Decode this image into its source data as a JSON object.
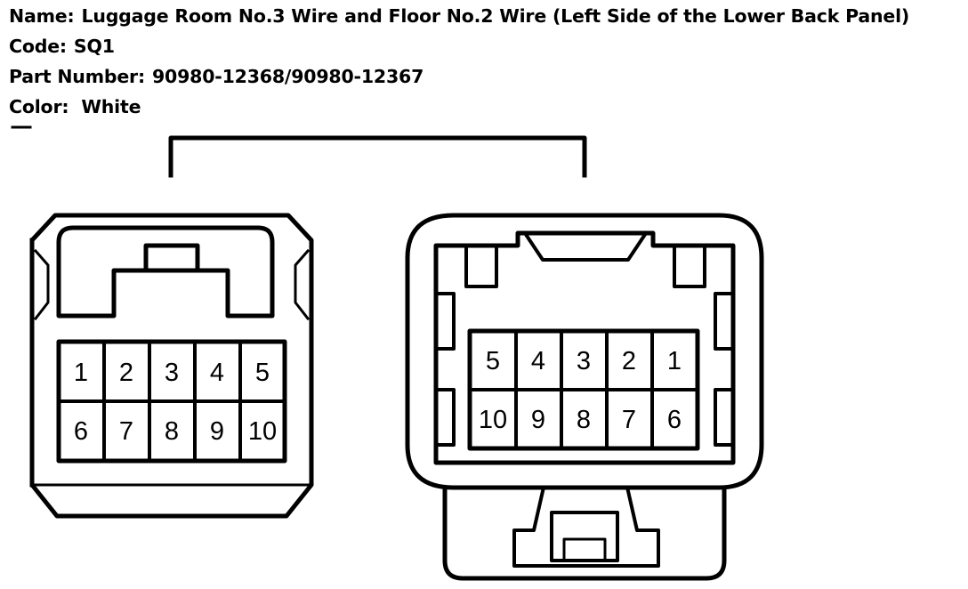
{
  "header": {
    "name_label": "Name:",
    "name_value": "Luggage Room No.3 Wire and Floor No.2 Wire (Left Side of the Lower Back Panel)",
    "code_label": "Code:",
    "code_value": "SQ1",
    "part_label": "Part Number:",
    "part_value": "90980-12368/90980-12367",
    "color_label": "Color:",
    "color_value": "White"
  },
  "connectors": {
    "left": {
      "row1": [
        "1",
        "2",
        "3",
        "4",
        "5"
      ],
      "row2": [
        "6",
        "7",
        "8",
        "9",
        "10"
      ]
    },
    "right": {
      "row1": [
        "5",
        "4",
        "3",
        "2",
        "1"
      ],
      "row2": [
        "10",
        "9",
        "8",
        "7",
        "6"
      ]
    }
  }
}
